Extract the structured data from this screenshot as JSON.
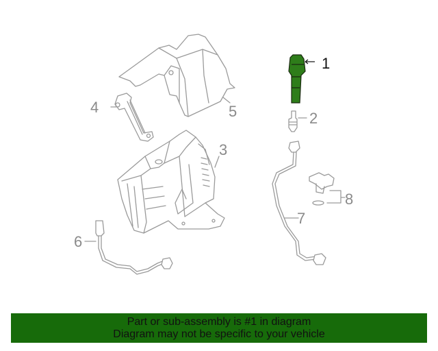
{
  "diagram": {
    "highlight_color": "#2e7d1a",
    "line_color": "#9a9a9a",
    "callouts": [
      {
        "number": "1",
        "part": "ignition-coil",
        "highlighted": true
      },
      {
        "number": "2",
        "part": "spark-plug"
      },
      {
        "number": "3",
        "part": "engine-control-module"
      },
      {
        "number": "4",
        "part": "bracket"
      },
      {
        "number": "5",
        "part": "cover"
      },
      {
        "number": "6",
        "part": "sensor-harness"
      },
      {
        "number": "7",
        "part": "sensor-harness"
      },
      {
        "number": "8",
        "part": "camshaft-sensor-and-o-ring"
      }
    ]
  },
  "banner": {
    "line1": "Part or sub-assembly is #1 in diagram",
    "line2": "Diagram may not be specific to your vehicle",
    "background": "#176b0a"
  }
}
